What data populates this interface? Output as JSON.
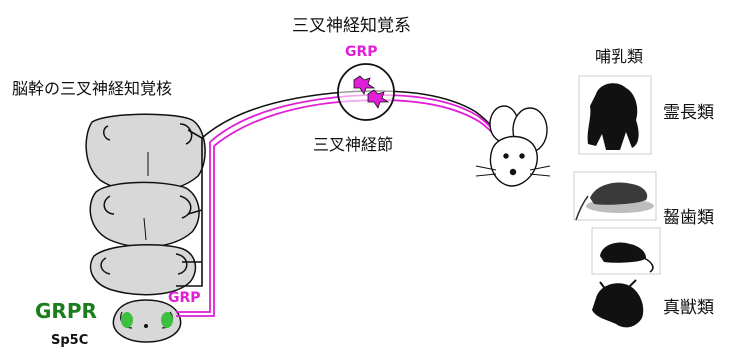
{
  "labels": {
    "trigeminal_system": "三叉神経知覚系",
    "brainstem_nucleus": "脳幹の三叉神経知覚核",
    "trigeminal_ganglion": "三叉神経節",
    "mammals": "哺乳類",
    "primates": "霊長類",
    "rodents": "齧歯類",
    "eutherians": "真獣類",
    "grp_ganglion": "GRP",
    "grp_projection": "GRP",
    "grpr": "GRPR",
    "sp5c": "Sp5C"
  },
  "icons": {
    "brainstem_sections": "brainstem-section-icon",
    "ganglion": "trigeminal-ganglion-icon",
    "mouse": "mouse-head-icon",
    "primate": "gorilla-silhouette-icon",
    "rodent_1": "rat-photo-icon",
    "rodent_2": "rat-silhouette-icon",
    "eutherian": "eutherian-silhouette-icon"
  },
  "colors": {
    "grp": "#e11fd8",
    "grpr": "#1b7d1b",
    "tissue": "#d8d8d8",
    "outline": "#111111"
  }
}
